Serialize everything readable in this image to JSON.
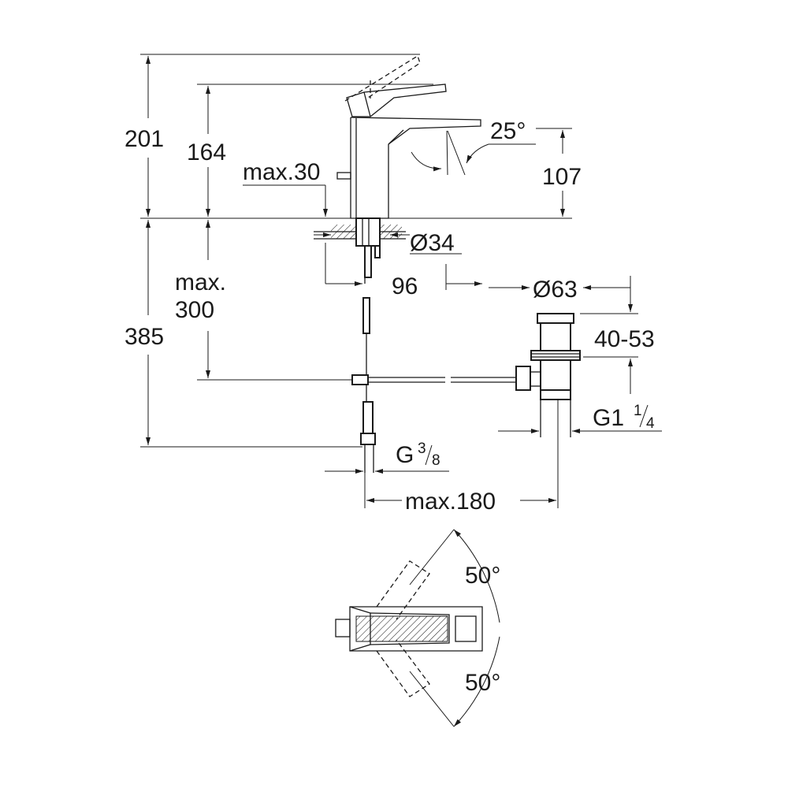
{
  "side_view": {
    "dim_201": "201",
    "dim_164": "164",
    "dim_max30": "max.30",
    "dim_25deg": "25°",
    "dim_107": "107",
    "dim_d34": "Ø34",
    "dim_96": "96",
    "dim_d63": "Ø63",
    "dim_max": "max.",
    "dim_300": "300",
    "dim_385": "385",
    "dim_40_53": "40-53",
    "dim_g1_main": "G1",
    "dim_g1_num": "1",
    "dim_g1_den": "4",
    "dim_g38_main": "G",
    "dim_g38_num": "3",
    "dim_g38_den": "8",
    "dim_max180": "max.180"
  },
  "top_view": {
    "angle_upper": "50°",
    "angle_lower": "50°"
  }
}
